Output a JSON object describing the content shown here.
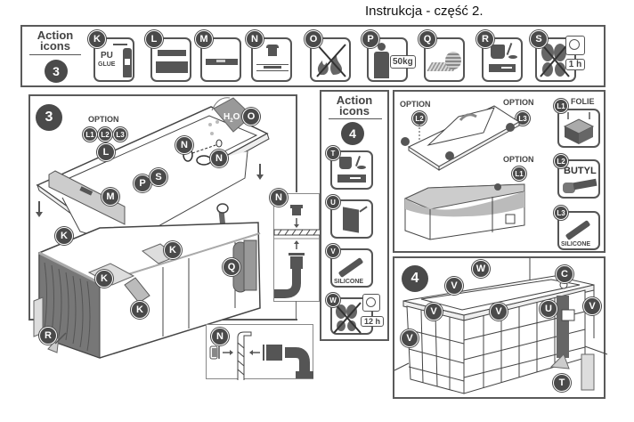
{
  "page_title": "Instrukcja - część  2.",
  "action_bar_3": {
    "heading": "Action icons",
    "heading_line1": "Action",
    "heading_line2": "icons",
    "step": "3",
    "icons": [
      {
        "letter": "K",
        "name": "pu-glue-icon",
        "text1": "PU",
        "text2": "GLUE"
      },
      {
        "letter": "L",
        "name": "tub-seal-icon"
      },
      {
        "letter": "M",
        "name": "level-icon"
      },
      {
        "letter": "N",
        "name": "drain-icon"
      },
      {
        "letter": "O",
        "name": "no-fire-icon"
      },
      {
        "letter": "P",
        "name": "weight-load-icon",
        "text1": "50kg"
      },
      {
        "letter": "Q",
        "name": "insulation-roll-icon"
      },
      {
        "letter": "R",
        "name": "adhesive-bucket-icon"
      },
      {
        "letter": "S",
        "name": "no-walking-icon",
        "text1": "1 h"
      }
    ]
  },
  "panel_3": {
    "step": "3",
    "option_label": "OPTION",
    "option_badges": [
      "L1",
      "L2",
      "L3"
    ],
    "labels": {
      "L": "L",
      "M": "M",
      "N": "N",
      "O": "O",
      "P": "P",
      "S": "S",
      "K": "K",
      "Q": "Q",
      "R": "R"
    },
    "water_label": "H2O",
    "water_main": "H",
    "water_sub": "2",
    "water_o": "O",
    "inset_drain_label": "N",
    "inset_wall_label": "N"
  },
  "action_bar_4": {
    "heading_line1": "Action",
    "heading_line2": "icons",
    "step": "4",
    "icons": [
      {
        "letter": "T",
        "name": "tile-adhesive-icon"
      },
      {
        "letter": "U",
        "name": "tile-icon"
      },
      {
        "letter": "V",
        "name": "silicone-gun-icon",
        "text1": "SILICONE"
      },
      {
        "letter": "W",
        "name": "no-walking-icon",
        "text1": "12 h"
      }
    ]
  },
  "panel_options": {
    "option_label": "OPTION",
    "badges": {
      "L1": "L1",
      "L2": "L2",
      "L3": "L3"
    },
    "side_icons": [
      {
        "letter": "L1",
        "caption": "FOLIE"
      },
      {
        "letter": "L2",
        "caption": "BUTYL"
      },
      {
        "letter": "L3",
        "caption": "SILICONE"
      }
    ]
  },
  "panel_4": {
    "step": "4",
    "labels": {
      "W": "W",
      "C": "C",
      "V": "V",
      "U": "U",
      "T": "T"
    }
  }
}
